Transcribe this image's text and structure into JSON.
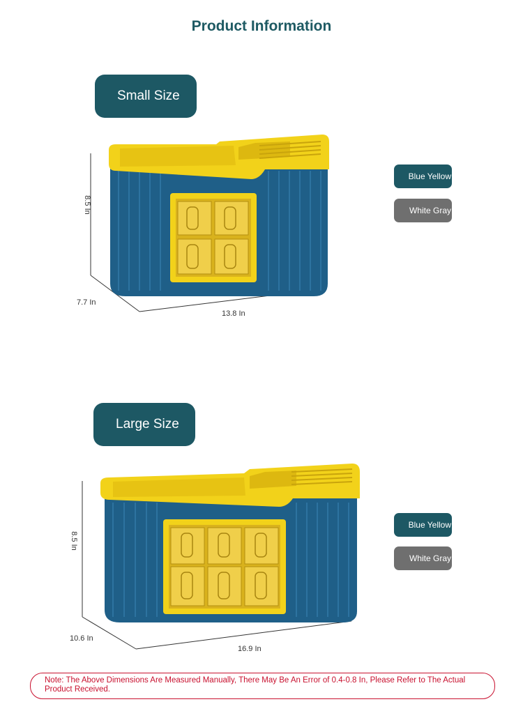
{
  "title": "Product Information",
  "colors": {
    "brand": "#1d5864",
    "yellow": "#f2d21a",
    "blue": "#1f5f88",
    "gray_swatch": "#6f6f6f",
    "note_red": "#c8102e"
  },
  "small": {
    "label": "Small Size",
    "height": "8.5 In",
    "depth": "7.7 In",
    "width": "13.8 In",
    "swatches": [
      "Blue Yellow",
      "White Gray"
    ]
  },
  "large": {
    "label": "Large Size",
    "height": "8.5 In",
    "depth": "10.6 In",
    "width": "16.9 In",
    "swatches": [
      "Blue Yellow",
      "White Gray"
    ]
  },
  "note": "Note: The Above Dimensions Are Measured Manually, There May Be An Error of 0.4-0.8 In, Please Refer to The Actual Product Received."
}
